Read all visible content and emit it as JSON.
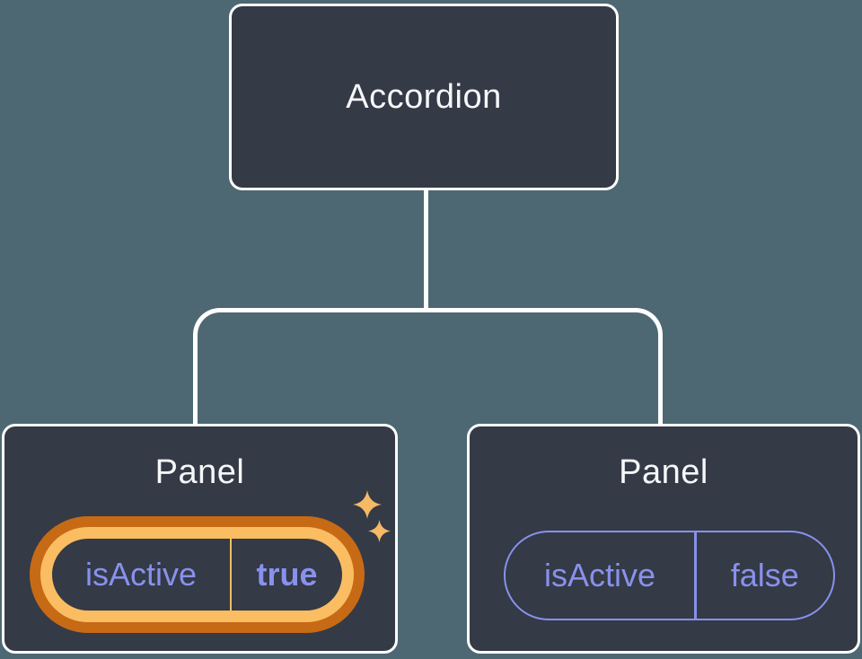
{
  "colors": {
    "background": "#4D6873",
    "card": "#343A46",
    "card_border": "#FFFFFF",
    "title_text": "#F6F7F9",
    "purple": "#8891EC",
    "orange_outer": "#C76A15",
    "orange_inner": "#FABD62",
    "sparkle": "#F6B966",
    "connector": "#FFFFFF"
  },
  "tree": {
    "root": {
      "label": "Accordion"
    },
    "children": [
      {
        "label": "Panel",
        "prop": {
          "name": "isActive",
          "value": "true"
        },
        "highlighted": true,
        "sparkles": true
      },
      {
        "label": "Panel",
        "prop": {
          "name": "isActive",
          "value": "false"
        },
        "highlighted": false,
        "sparkles": false
      }
    ]
  }
}
